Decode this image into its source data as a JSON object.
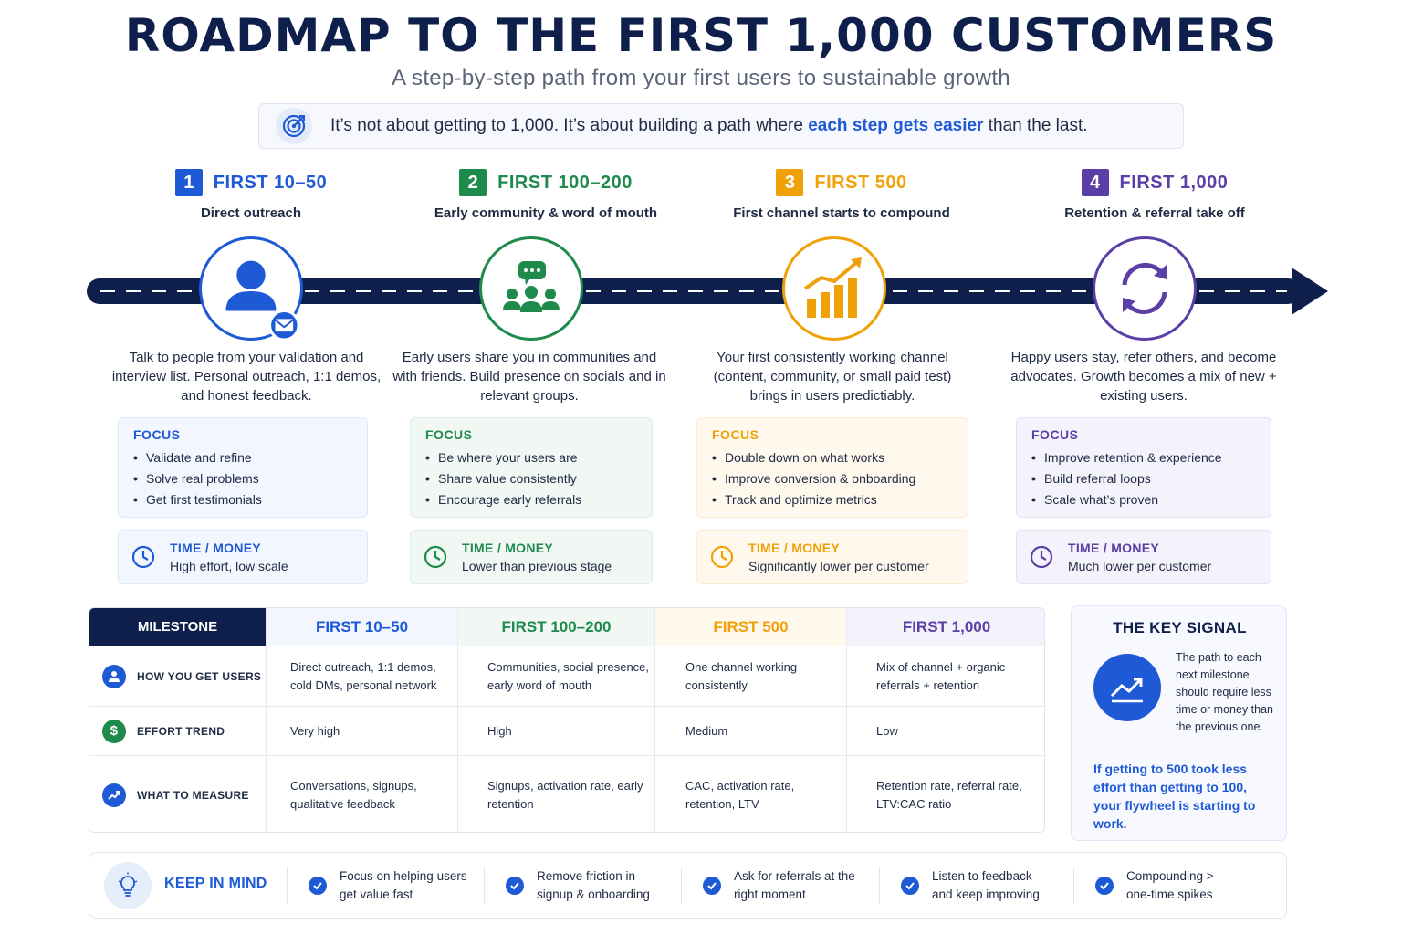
{
  "title": "ROADMAP TO THE FIRST 1,000 CUSTOMERS",
  "subtitle": "A step-by-step path from your first users to sustainable growth",
  "banner": {
    "icon": "target-icon",
    "text_before": "It’s not about getting to 1,000. It’s about building a path where ",
    "text_highlight": "each step gets easier",
    "text_after": " than the last."
  },
  "stages": [
    {
      "number": "1",
      "title": "FIRST 10–50",
      "subtitle": "Direct outreach",
      "color": "#1f5ad6",
      "icon": "user-mail-icon",
      "description": "Talk to people from your validation and interview list. Personal outreach, 1:1 demos, and honest feedback.",
      "focus_label": "FOCUS",
      "focus": [
        "Validate and refine",
        "Solve real problems",
        "Get first testimonials"
      ],
      "time_label": "TIME / MONEY",
      "time_value": "High effort, low scale"
    },
    {
      "number": "2",
      "title": "FIRST 100–200",
      "subtitle": "Early community & word of mouth",
      "color": "#1e8a4c",
      "icon": "community-chat-icon",
      "description": "Early users share you in communities and with friends. Build presence on socials and in relevant groups.",
      "focus_label": "FOCUS",
      "focus": [
        "Be where your users are",
        "Share value consistently",
        "Encourage early referrals"
      ],
      "time_label": "TIME / MONEY",
      "time_value": "Lower than previous stage"
    },
    {
      "number": "3",
      "title": "FIRST 500",
      "subtitle": "First channel starts to compound",
      "color": "#f0a10a",
      "icon": "growth-chart-icon",
      "description": "Your first consistently working channel (content, community, or small paid test) brings in users predictiably.",
      "focus_label": "FOCUS",
      "focus": [
        "Double down on what works",
        "Improve conversion & onboarding",
        "Track and optimize metrics"
      ],
      "time_label": "TIME / MONEY",
      "time_value": "Significantly lower per customer"
    },
    {
      "number": "4",
      "title": "FIRST 1,000",
      "subtitle": "Retention & referral take off",
      "color": "#5b3fa6",
      "icon": "cycle-arrows-icon",
      "description": "Happy users stay, refer others, and become advocates. Growth becomes a mix of new + existing users.",
      "focus_label": "FOCUS",
      "focus": [
        "Improve retention & experience",
        "Build referral loops",
        "Scale what’s proven"
      ],
      "time_label": "TIME / MONEY",
      "time_value": "Much lower per customer"
    }
  ],
  "table": {
    "header_label": "MILESTONE",
    "columns": [
      "FIRST 10–50",
      "FIRST 100–200",
      "FIRST 500",
      "FIRST 1,000"
    ],
    "rows": [
      {
        "label": "HOW YOU GET USERS",
        "icon": "user-icon",
        "cells": [
          "Direct outreach, 1:1 demos, cold DMs, personal network",
          "Communities, social presence, early word of mouth",
          "One channel working consistently",
          "Mix of channel + organic referrals + retention"
        ]
      },
      {
        "label": "EFFORT TREND",
        "icon": "dollar-icon",
        "cells": [
          "Very high",
          "High",
          "Medium",
          "Low"
        ]
      },
      {
        "label": "WHAT TO MEASURE",
        "icon": "trend-up-icon",
        "cells": [
          "Conversations, signups, qualitative feedback",
          "Signups, activation rate, early retention",
          "CAC, activation rate, retention, LTV",
          "Retention rate, referral rate, LTV:CAC ratio"
        ]
      }
    ]
  },
  "key_signal": {
    "title": "THE KEY SIGNAL",
    "icon": "trend-up-icon",
    "text": "The path to each next milestone should require less time or money than the previous one.",
    "strong": "If getting to 500 took less effort than getting to 100, your flywheel is starting to work."
  },
  "keep_in_mind": {
    "label": "KEEP IN MIND",
    "icon": "lightbulb-icon",
    "items": [
      "Focus on helping users get value fast",
      "Remove friction in signup & onboarding",
      "Ask for referrals at the right moment",
      "Listen to feedback and keep improving",
      "Compounding > one-time spikes"
    ]
  }
}
